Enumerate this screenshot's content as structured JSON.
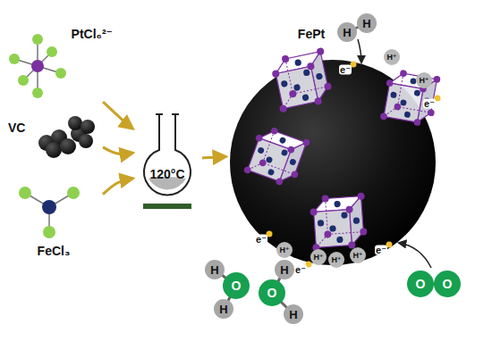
{
  "diagram": {
    "nodes": [
      {
        "text": [
          "PtCl₆²⁻"
        ]
      },
      {
        "text": [
          "VC"
        ]
      },
      {
        "text": [
          "FeCl₃"
        ]
      },
      {
        "text": [
          "120°C"
        ]
      },
      {
        "text": [
          "FePt"
        ]
      }
    ],
    "edges": [
      {
        "from": 0,
        "to": 3,
        "arrow": "to"
      },
      {
        "from": 1,
        "to": 3,
        "arrow": "to"
      },
      {
        "from": 2,
        "to": 3,
        "arrow": "to"
      },
      {
        "from": 3,
        "to": 4,
        "arrow": "to"
      }
    ],
    "labels": [
      "H",
      "H",
      "e⁻",
      "H⁺",
      "H⁺",
      "e⁻",
      "e⁻",
      "H⁺",
      "H⁺",
      "H⁺",
      "H⁺",
      "e⁻",
      "e⁻",
      "O",
      "O",
      "H",
      "O",
      "H",
      "O",
      "H",
      "H"
    ]
  }
}
